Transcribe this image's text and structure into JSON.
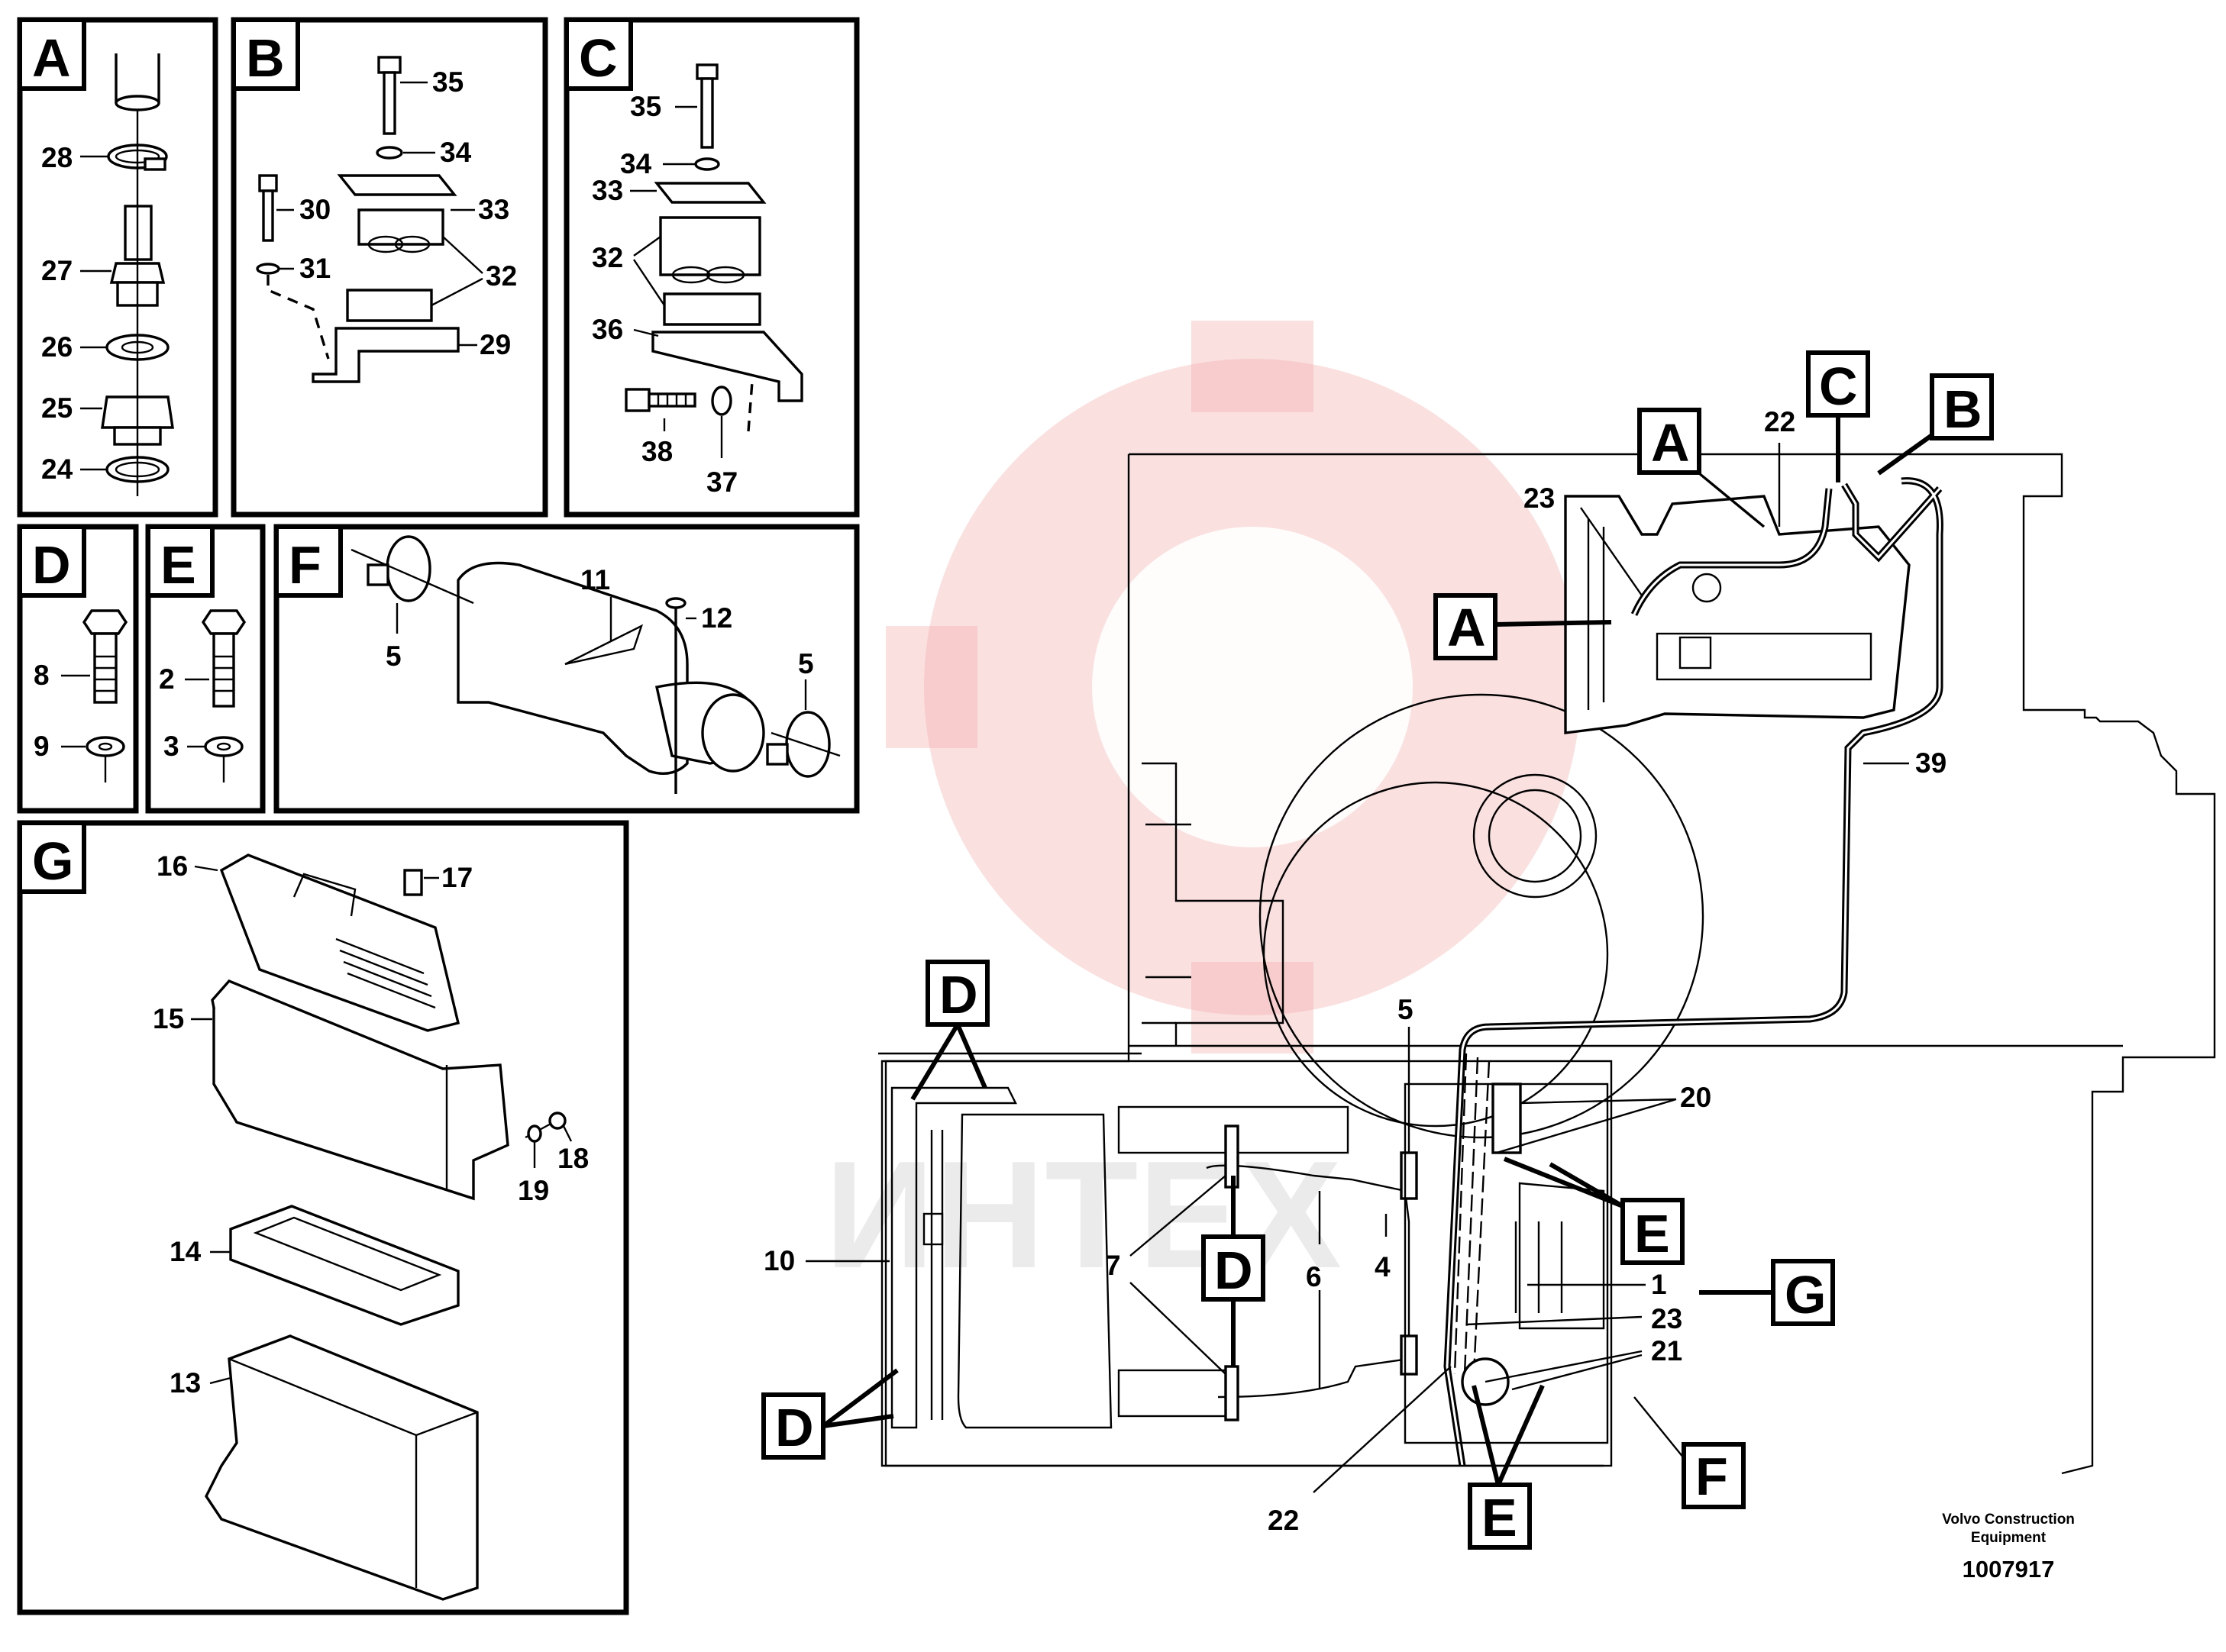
{
  "panels": {
    "A": {
      "label": "A",
      "parts": [
        "28",
        "27",
        "26",
        "25",
        "24"
      ]
    },
    "B": {
      "label": "B",
      "parts": [
        "35",
        "34",
        "33",
        "30",
        "31",
        "32",
        "29"
      ]
    },
    "C": {
      "label": "C",
      "parts": [
        "35",
        "34",
        "33",
        "32",
        "36",
        "38",
        "37"
      ]
    },
    "D": {
      "label": "D",
      "parts": [
        "8",
        "9"
      ]
    },
    "E": {
      "label": "E",
      "parts": [
        "2",
        "3"
      ]
    },
    "F": {
      "label": "F",
      "parts": [
        "11",
        "12",
        "5",
        "5"
      ]
    },
    "G": {
      "label": "G",
      "parts": [
        "16",
        "17",
        "15",
        "18",
        "19",
        "14",
        "13"
      ]
    }
  },
  "main": {
    "detail_labels": [
      "A",
      "A",
      "C",
      "B",
      "D",
      "D",
      "D",
      "E",
      "E",
      "G",
      "F"
    ],
    "numbers": [
      "22",
      "23",
      "39",
      "5",
      "20",
      "10",
      "7",
      "6",
      "4",
      "1",
      "23",
      "21",
      "22"
    ]
  },
  "footer": {
    "company_line1": "Volvo Construction",
    "company_line2": "Equipment",
    "doc_number": "1007917"
  },
  "watermark": {
    "text": "ИНТЕХ"
  }
}
